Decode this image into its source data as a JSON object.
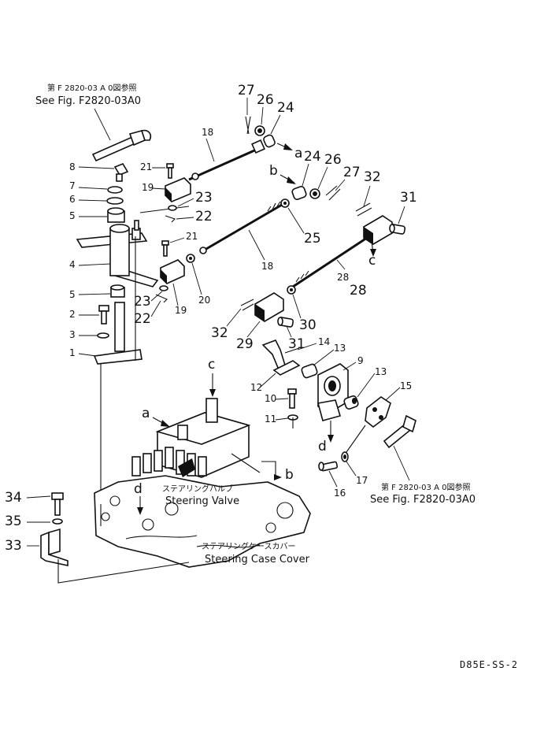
{
  "references": {
    "top_jp": "第 F 2820-03 A 0図参照",
    "top_en": "See Fig. F2820-03A0",
    "right_jp": "第 F 2820-03 A 0図参照",
    "right_en": "See Fig. F2820-03A0"
  },
  "assemblies": {
    "steering_valve_jp": "ステアリングバルブ",
    "steering_valve_en": "Steering Valve",
    "case_cover_jp": "ステアリングケースカバー",
    "case_cover_en": "Steering Case Cover"
  },
  "connection_letters": {
    "a": "a",
    "b": "b",
    "c": "c",
    "d": "d"
  },
  "part_numbers": {
    "p1": "1",
    "p2": "2",
    "p3": "3",
    "p4": "4",
    "p5a": "5",
    "p5b": "5",
    "p6": "6",
    "p7": "7",
    "p8": "8",
    "p9": "9",
    "p10": "10",
    "p11": "11",
    "p12": "12",
    "p13a": "13",
    "p13b": "13",
    "p14": "14",
    "p15": "15",
    "p16": "16",
    "p17": "17",
    "p18a": "18",
    "p18b": "18",
    "p19a": "19",
    "p19b": "19",
    "p20": "20",
    "p21a": "21",
    "p21b": "21",
    "p22a": "22",
    "p22b": "22",
    "p23a": "23",
    "p23b": "23",
    "p24a": "24",
    "p24b": "24",
    "p25": "25",
    "p26a": "26",
    "p26b": "26",
    "p27a": "27",
    "p27b": "27",
    "p28": "28",
    "p29": "29",
    "p30": "30",
    "p31a": "31",
    "p31b": "31",
    "p32a": "32",
    "p32b": "32",
    "p33": "33",
    "p34": "34",
    "p35": "35"
  },
  "figure_code": "D85E-SS-2"
}
